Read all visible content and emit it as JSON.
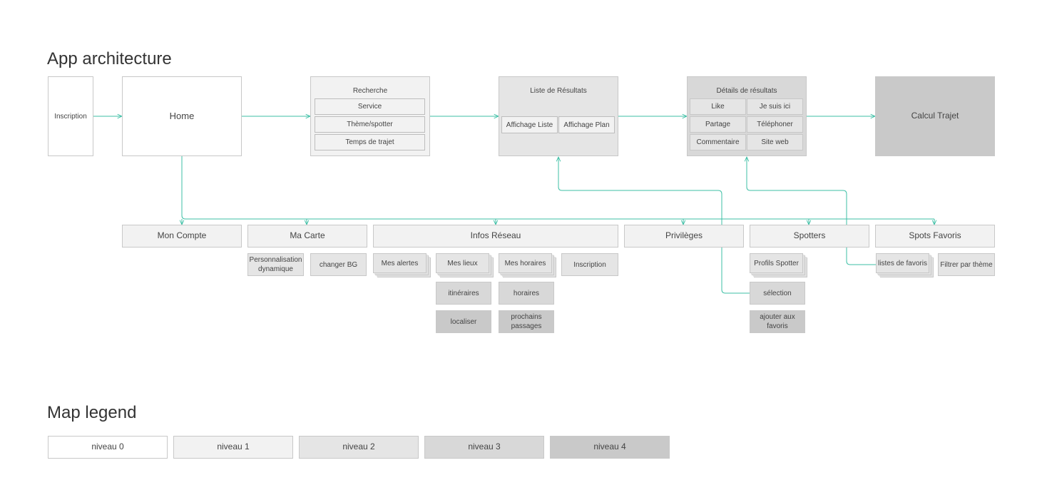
{
  "headings": {
    "architecture": "App architecture",
    "legend": "Map legend"
  },
  "top": {
    "inscription": "Inscription",
    "home": "Home",
    "recherche": {
      "title": "Recherche",
      "items": [
        "Service",
        "Thème/spotter",
        "Temps de trajet"
      ]
    },
    "liste": {
      "title": "Liste de Résultats",
      "items": [
        "Affichage Liste",
        "Affichage Plan"
      ]
    },
    "details": {
      "title": "Détails de résultats",
      "items": [
        "Like",
        "Je suis ici",
        "Partage",
        "Téléphoner",
        "Commentaire",
        "Site web"
      ]
    },
    "calcul": "Calcul Trajet"
  },
  "sections": {
    "mon_compte": "Mon Compte",
    "ma_carte": "Ma Carte",
    "infos_reseau": "Infos Réseau",
    "privileges": "Privilèges",
    "spotters": "Spotters",
    "spots_favoris": "Spots Favoris"
  },
  "subs": {
    "perso": "Personnalisation dynamique",
    "changer_bg": "changer BG",
    "mes_alertes": "Mes alertes",
    "mes_lieux": "Mes lieux",
    "mes_horaires": "Mes horaires",
    "inscription": "Inscription",
    "itineraires": "itinéraires",
    "horaires": "horaires",
    "localiser": "localiser",
    "prochains_passages": "prochains passages",
    "profils_spotter": "Profils Spotter",
    "selection": "sélection",
    "ajouter_favoris": "ajouter aux favoris",
    "listes_favoris": "listes de favoris",
    "filtrer_theme": "Filtrer par thème"
  },
  "legend": [
    "niveau 0",
    "niveau 1",
    "niveau 2",
    "niveau 3",
    "niveau 4"
  ],
  "colors": {
    "connector": "#3dbfa5",
    "niveau_0": "#ffffff",
    "niveau_1": "#f2f2f2",
    "niveau_2": "#e5e5e5",
    "niveau_3": "#d8d8d8",
    "niveau_4": "#c9c9c9"
  }
}
